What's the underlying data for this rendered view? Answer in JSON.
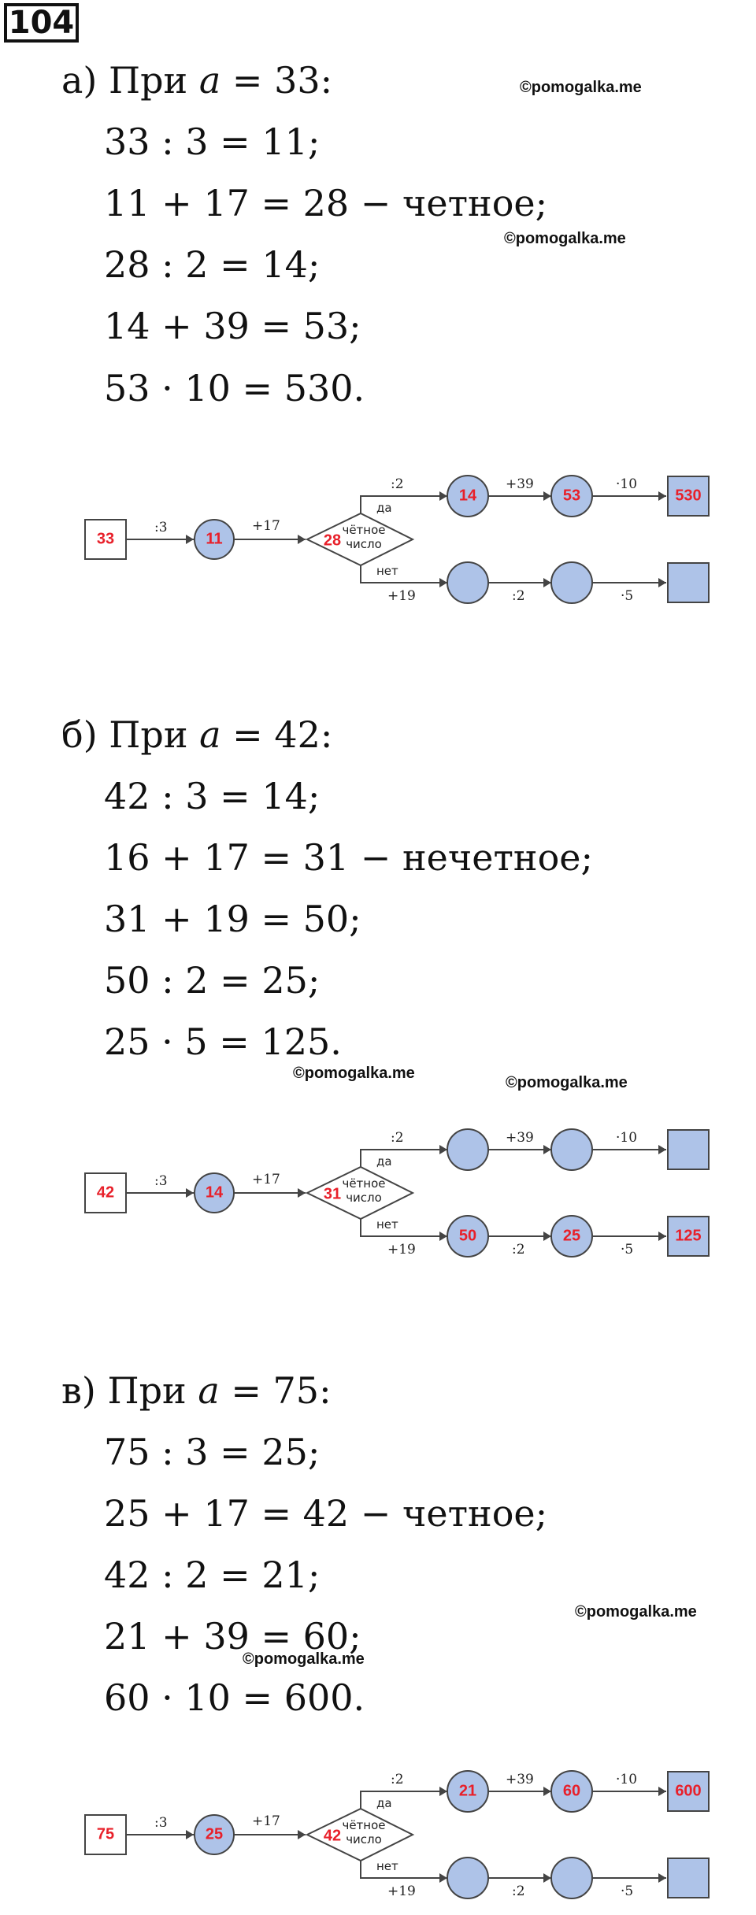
{
  "task_number": "104",
  "watermark": "©pomogalka.me",
  "parts": [
    {
      "heading_prefix": "а) При ",
      "heading_var": "a",
      "heading_suffix": " = 33:",
      "lines": [
        "33 : 3 = 11;",
        "11 + 17 = 28 − четное;",
        "28 : 2 = 14;",
        "14 + 39 = 53;",
        "53 · 10 = 530."
      ],
      "diagram": {
        "input": "33",
        "after_div3": "11",
        "sum": "28",
        "yes_1": "14",
        "yes_2": "53",
        "yes_out": "530",
        "no_1": "",
        "no_2": "",
        "no_out": ""
      }
    },
    {
      "heading_prefix": "б) При ",
      "heading_var": "a",
      "heading_suffix": " = 42:",
      "lines": [
        "42 : 3 = 14;",
        "16 + 17 = 31 − нечетное;",
        "31 + 19 = 50;",
        "50 : 2 = 25;",
        "25 · 5 = 125."
      ],
      "diagram": {
        "input": "42",
        "after_div3": "14",
        "sum": "31",
        "yes_1": "",
        "yes_2": "",
        "yes_out": "",
        "no_1": "50",
        "no_2": "25",
        "no_out": "125"
      }
    },
    {
      "heading_prefix": "в) При ",
      "heading_var": "a",
      "heading_suffix": " = 75:",
      "lines": [
        "75 : 3 = 25;",
        "25 + 17 = 42 − четное;",
        "42 : 2 = 21;",
        "21 + 39 = 60;",
        "60 · 10 = 600."
      ],
      "diagram": {
        "input": "75",
        "after_div3": "25",
        "sum": "42",
        "yes_1": "21",
        "yes_2": "60",
        "yes_out": "600",
        "no_1": "",
        "no_2": "",
        "no_out": ""
      }
    }
  ],
  "diagram_labels": {
    "div3": ":3",
    "plus17": "+17",
    "cond_line1": "чётное",
    "cond_line2": "число",
    "yes": "да",
    "no": "нет",
    "div2": ":2",
    "plus39": "+39",
    "mul10": "·10",
    "plus19": "+19",
    "mul5": "·5"
  }
}
